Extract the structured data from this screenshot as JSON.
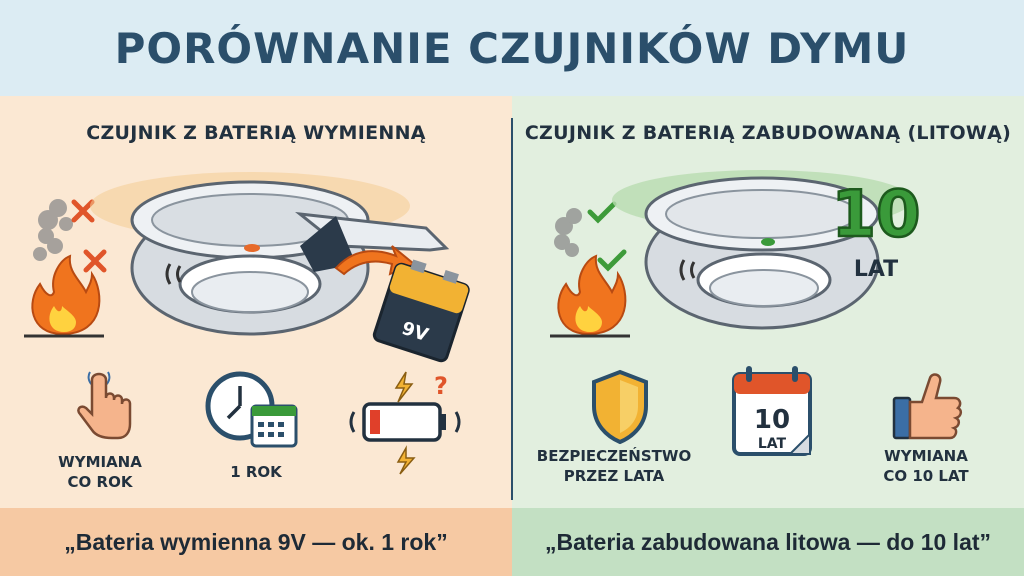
{
  "title": "PORÓWNANIE CZUJNIKÓW DYMU",
  "left": {
    "heading": "CZUJNIK Z BATERIĄ WYMIENNĄ",
    "battery_label": "9V",
    "features": [
      {
        "icon": "tap-hand-icon",
        "label_line1": "WYMIANA",
        "label_line2": "CO ROK"
      },
      {
        "icon": "clock-calendar-icon",
        "label_line1": "1 ROK",
        "label_line2": ""
      },
      {
        "icon": "low-battery-icon",
        "label_line1": "",
        "label_line2": ""
      }
    ],
    "footer": "„Bateria wymienna 9V — ok. 1 rok”"
  },
  "right": {
    "heading": "CZUJNIK Z BATERIĄ ZABUDOWANĄ (LITOWĄ)",
    "badge_number": "10",
    "badge_unit": "LAT",
    "calendar_number": "10",
    "calendar_unit": "LAT",
    "features": [
      {
        "icon": "shield-icon",
        "label_line1": "BEZPIECZEŃSTWO",
        "label_line2": "PRZEZ LATA"
      },
      {
        "icon": "calendar-icon",
        "label_line1": "",
        "label_line2": ""
      },
      {
        "icon": "thumbs-up-icon",
        "label_line1": "WYMIANA",
        "label_line2": "CO 10 LAT"
      }
    ],
    "footer": "„Bateria zabudowana litowa — do 10 lat”"
  },
  "colors": {
    "title": "#2b4f6b",
    "left_bg": "#fbe8d3",
    "right_bg": "#e2efdf",
    "left_footer": "#f6c9a3",
    "right_footer": "#c3e0c3",
    "flame": "#f0741e",
    "cross": "#e0552a",
    "check": "#3e9b3a",
    "green_badge": "#3a9a3a"
  }
}
